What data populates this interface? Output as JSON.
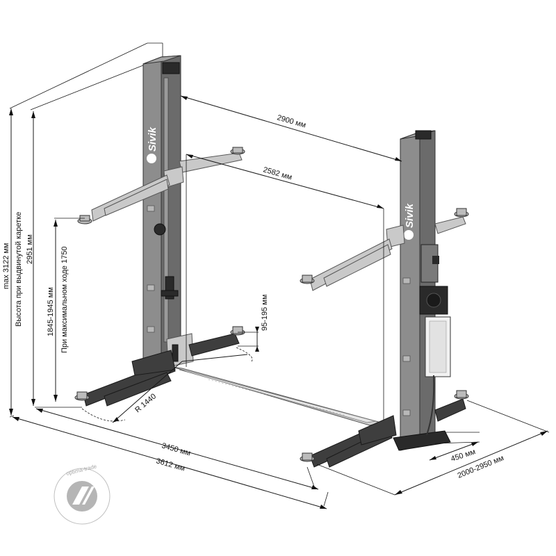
{
  "brand": "Sivik",
  "watermark": "optima-trade",
  "dimensions": {
    "top_span": "2900 мм",
    "inner_span": "2582 мм",
    "max_height": "max 3122 мм",
    "height_carriage_caption": "Высота при выдвинутой каретке",
    "height_carriage": "2951 мм",
    "lift_range": "1845-1945 мм",
    "lift_range_caption": "При максимальном ходе 1750",
    "pickup_height": "95-195 мм",
    "arm_radius": "R 1440",
    "inner_width": "3450 мм",
    "outer_width": "3612 мм",
    "column_depth": "450 мм",
    "base_depth": "2000-2950 мм"
  },
  "colors": {
    "column": "#8d8d8d",
    "arm_upper": "#c9c9c9",
    "arm_lower": "#3e3e3e",
    "lines": "#1a1a1a"
  }
}
